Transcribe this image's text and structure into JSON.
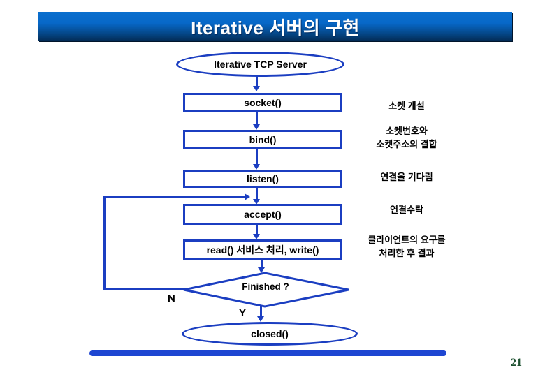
{
  "slide": {
    "title": "Iterative 서버의 구현",
    "page_number": "21"
  },
  "colors": {
    "flow_blue": "#1b3ec1",
    "title_gradient_top": "#0a6fce",
    "title_gradient_bottom": "#032b55",
    "bottom_bar_blue": "#1e46d2",
    "page_number_green": "#1d5130"
  },
  "flowchart": {
    "start": "Iterative TCP Server",
    "steps": [
      {
        "label": "socket()",
        "note": "소켓 개설"
      },
      {
        "label": "bind()",
        "note": "소켓번호와\n소켓주소의 결합"
      },
      {
        "label": "listen()",
        "note": "연결을 기다림"
      },
      {
        "label": "accept()",
        "note": "연결수락"
      },
      {
        "label": "read() 서비스 처리, write()",
        "note": "클라이언트의 요구를\n처리한 후 결과"
      }
    ],
    "decision": {
      "label": "Finished ?",
      "no_label": "N",
      "yes_label": "Y"
    },
    "end": "closed()"
  }
}
